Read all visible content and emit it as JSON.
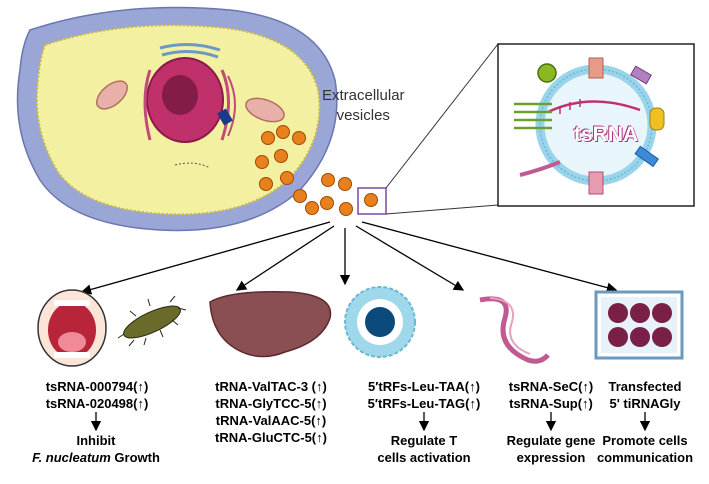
{
  "vesicle_label": [
    "Extracellular",
    "vesicles"
  ],
  "inset_label": "tsRNA",
  "pathways": [
    {
      "id": "oral",
      "items": [
        "tsRNA-000794(↑)",
        "tsRNA-020498(↑)"
      ],
      "effect": [
        "Inhibit",
        "F. nucleatum Growth"
      ]
    },
    {
      "id": "liver",
      "items": [
        "tRNA-ValTAC-3 (↑)",
        "tRNA-GlyTCC-5(↑)",
        "tRNA-ValAAC-5(↑)",
        "tRNA-GluCTC-5(↑)"
      ],
      "effect": []
    },
    {
      "id": "tcell",
      "items": [
        "5′tRFs-Leu-TAA(↑)",
        "5′tRFs-Leu-TAG(↑)"
      ],
      "effect": [
        "Regulate T",
        "cells activation"
      ]
    },
    {
      "id": "parasite",
      "items": [
        "tsRNA-SeC(↑)",
        "tsRNA-Sup(↑)"
      ],
      "effect": [
        "Regulate gene",
        "expression"
      ]
    },
    {
      "id": "culture",
      "items": [
        "Transfected",
        "5' tiRNAGly"
      ],
      "effect": [
        "Promote cells",
        "communication"
      ]
    }
  ],
  "colors": {
    "cell_outer": "#9aa6d6",
    "cytoplasm": "#f4f0a2",
    "nucleus": "#c0306a",
    "vesicle": "#e8801e",
    "liver": "#8a4f52",
    "tcell_ring": "#9fd8ea",
    "tcell_core": "#0b4a7a",
    "plate": "#7a1f45",
    "inset_membrane": "#9ad4ea"
  }
}
